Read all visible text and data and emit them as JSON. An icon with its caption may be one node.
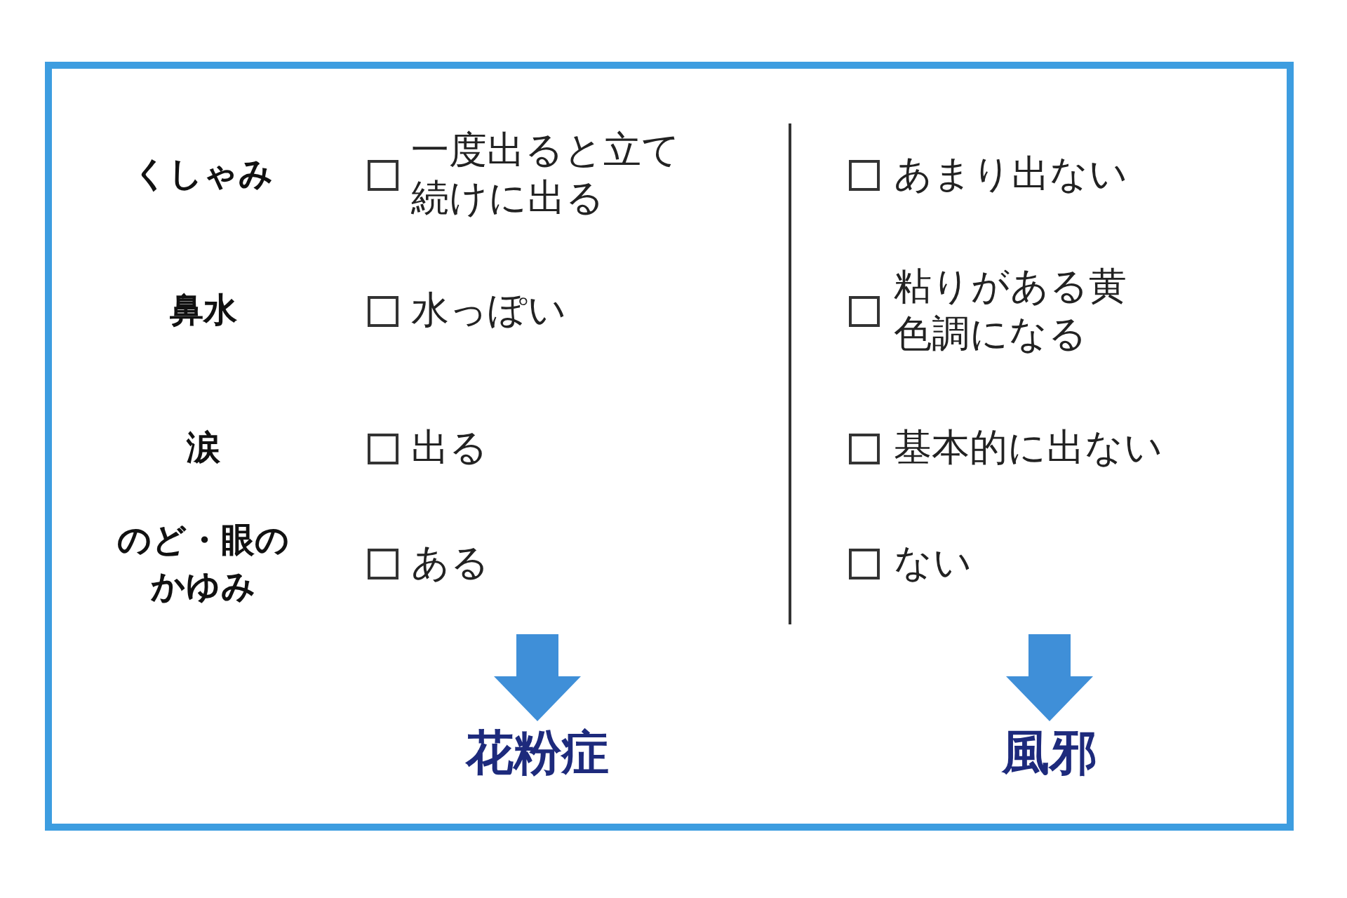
{
  "diagram": {
    "nodes": [
      {
        "text": [
          "花粉症"
        ]
      },
      {
        "text": [
          "風邪"
        ]
      }
    ],
    "edges": [
      {
        "from": null,
        "to": 0,
        "arrow": "to"
      },
      {
        "from": null,
        "to": 1,
        "arrow": "to"
      }
    ],
    "labels": [
      "くしゃみ",
      "一度出ると立て続けに出る",
      "あまり出ない",
      "鼻水",
      "水っぽい",
      "粘りがある黄色調になる",
      "涙",
      "出る",
      "基本的に出ない",
      "のど・眼のかゆみ",
      "ある",
      "ない"
    ]
  }
}
